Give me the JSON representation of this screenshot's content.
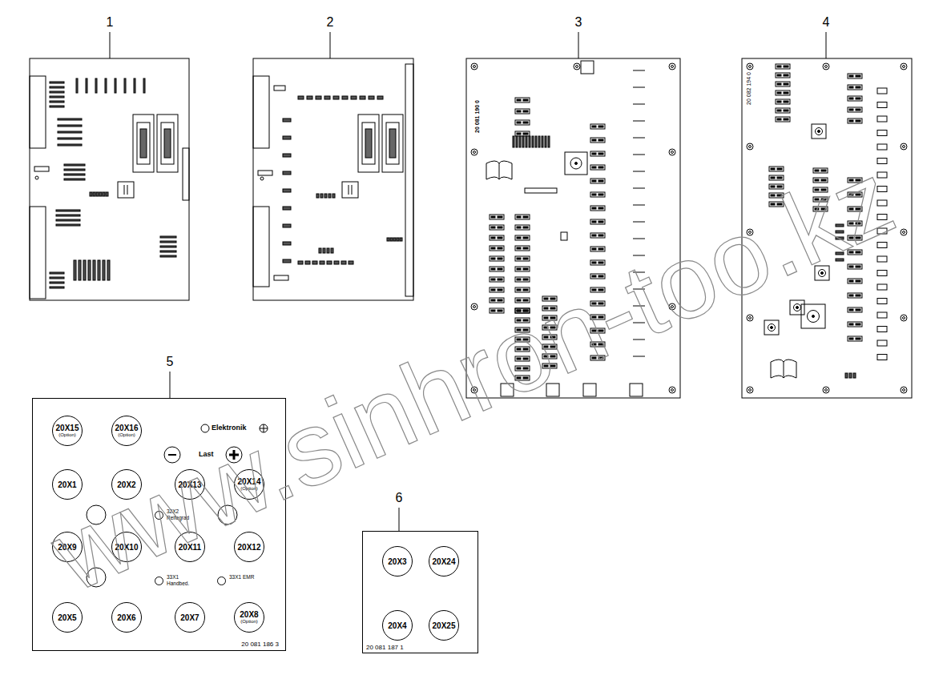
{
  "diagram": {
    "nodes": [
      {
        "text": [
          "20 081 186 3"
        ]
      },
      {
        "text": [
          "20X15",
          "(Option)"
        ],
        "in": 0
      },
      {
        "text": [
          "20X16",
          "(Option)"
        ],
        "in": 0
      },
      {
        "text": [
          "20X1"
        ],
        "in": 0
      },
      {
        "text": [
          "20X2"
        ],
        "in": 0
      },
      {
        "text": [
          "20X13"
        ],
        "in": 0
      },
      {
        "text": [
          "20X14",
          "(Option)"
        ],
        "in": 0
      },
      {
        "text": [
          "32X2 Reifegrad"
        ],
        "in": 0
      },
      {
        "text": [
          "20X9"
        ],
        "in": 0
      },
      {
        "text": [
          "20X10"
        ],
        "in": 0
      },
      {
        "text": [
          "20X11"
        ],
        "in": 0
      },
      {
        "text": [
          "20X12"
        ],
        "in": 0
      },
      {
        "text": [
          "33X1 Handbed."
        ],
        "in": 0
      },
      {
        "text": [
          "33X1 EMR"
        ],
        "in": 0
      },
      {
        "text": [
          "20X5"
        ],
        "in": 0
      },
      {
        "text": [
          "20X6"
        ],
        "in": 0
      },
      {
        "text": [
          "20X7"
        ],
        "in": 0
      },
      {
        "text": [
          "20X8",
          "(Option)"
        ],
        "in": 0
      },
      {
        "text": [
          "20 081 187 1"
        ]
      },
      {
        "text": [
          "20X3"
        ],
        "in": 18
      },
      {
        "text": [
          "20X24"
        ],
        "in": 18
      },
      {
        "text": [
          "20X4"
        ],
        "in": 18
      },
      {
        "text": [
          "20X25"
        ],
        "in": 18
      }
    ],
    "labels": [
      "1",
      "2",
      "3",
      "4",
      "5",
      "6",
      "Elektronik",
      "Last",
      "20 081 190 0",
      "20 082 194 0",
      "www.sinhron-too.kz"
    ]
  }
}
